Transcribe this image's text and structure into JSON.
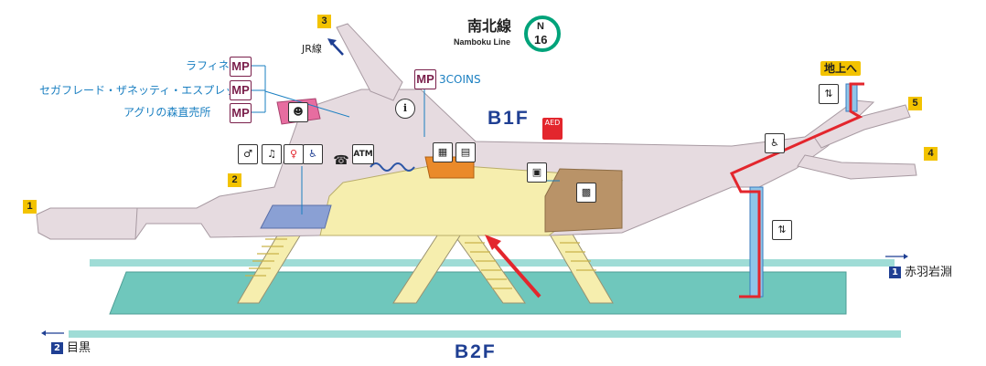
{
  "line": {
    "name": "南北線",
    "roman": "Namboku Line",
    "code_letter": "N",
    "code_number": "16",
    "color": "#00a37a"
  },
  "floors": {
    "upper": "B1F",
    "lower": "B2F"
  },
  "exits": {
    "e1": "1",
    "e2": "2",
    "e3": "3",
    "e4": "4",
    "e5": "5",
    "jr_label": "JR線",
    "to_ground": "地上へ"
  },
  "shops": {
    "mp_mark": "MP",
    "laffine": "ラフィネ",
    "segafredo": "セガフレード・ザネッティ・エスプレッソ",
    "aguri": "アグリの森直売所",
    "threecoins": "3COINS"
  },
  "facilities": {
    "atm": "ATM",
    "aed": "AED",
    "info": "i"
  },
  "directions": {
    "right_num": "1",
    "right_name": "赤羽岩淵",
    "left_num": "2",
    "left_name": "目黒"
  },
  "colors": {
    "concourse": "#e6dbe0",
    "paid_area": "#f6eeae",
    "platform": "#6fc7bc",
    "track": "#9fdcd6",
    "kiosk": "#b99368",
    "accent_red": "#e3262d",
    "blue": "#1f3f93"
  }
}
